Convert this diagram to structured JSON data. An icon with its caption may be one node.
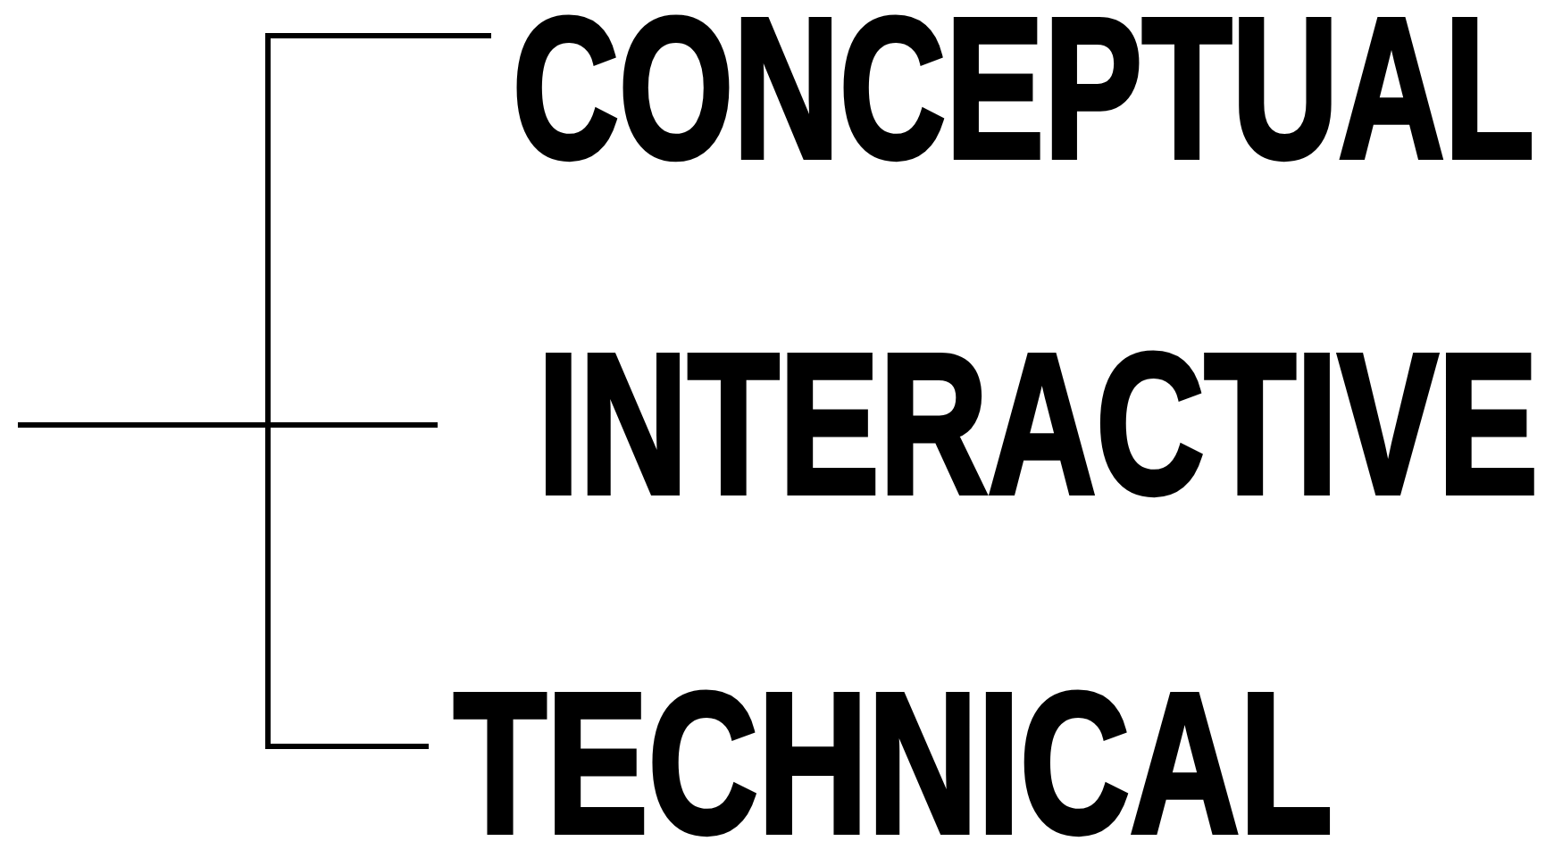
{
  "diagram": {
    "nodes": [
      {
        "text": [
          "CONCEPTUAL"
        ]
      },
      {
        "text": [
          "INTERACTIVE"
        ]
      },
      {
        "text": [
          "TECHNICAL"
        ]
      }
    ],
    "edges": [
      {
        "from": null,
        "to": 0,
        "arrow": "none"
      },
      {
        "from": null,
        "to": 1,
        "arrow": "none"
      },
      {
        "from": null,
        "to": 2,
        "arrow": "none"
      }
    ]
  }
}
